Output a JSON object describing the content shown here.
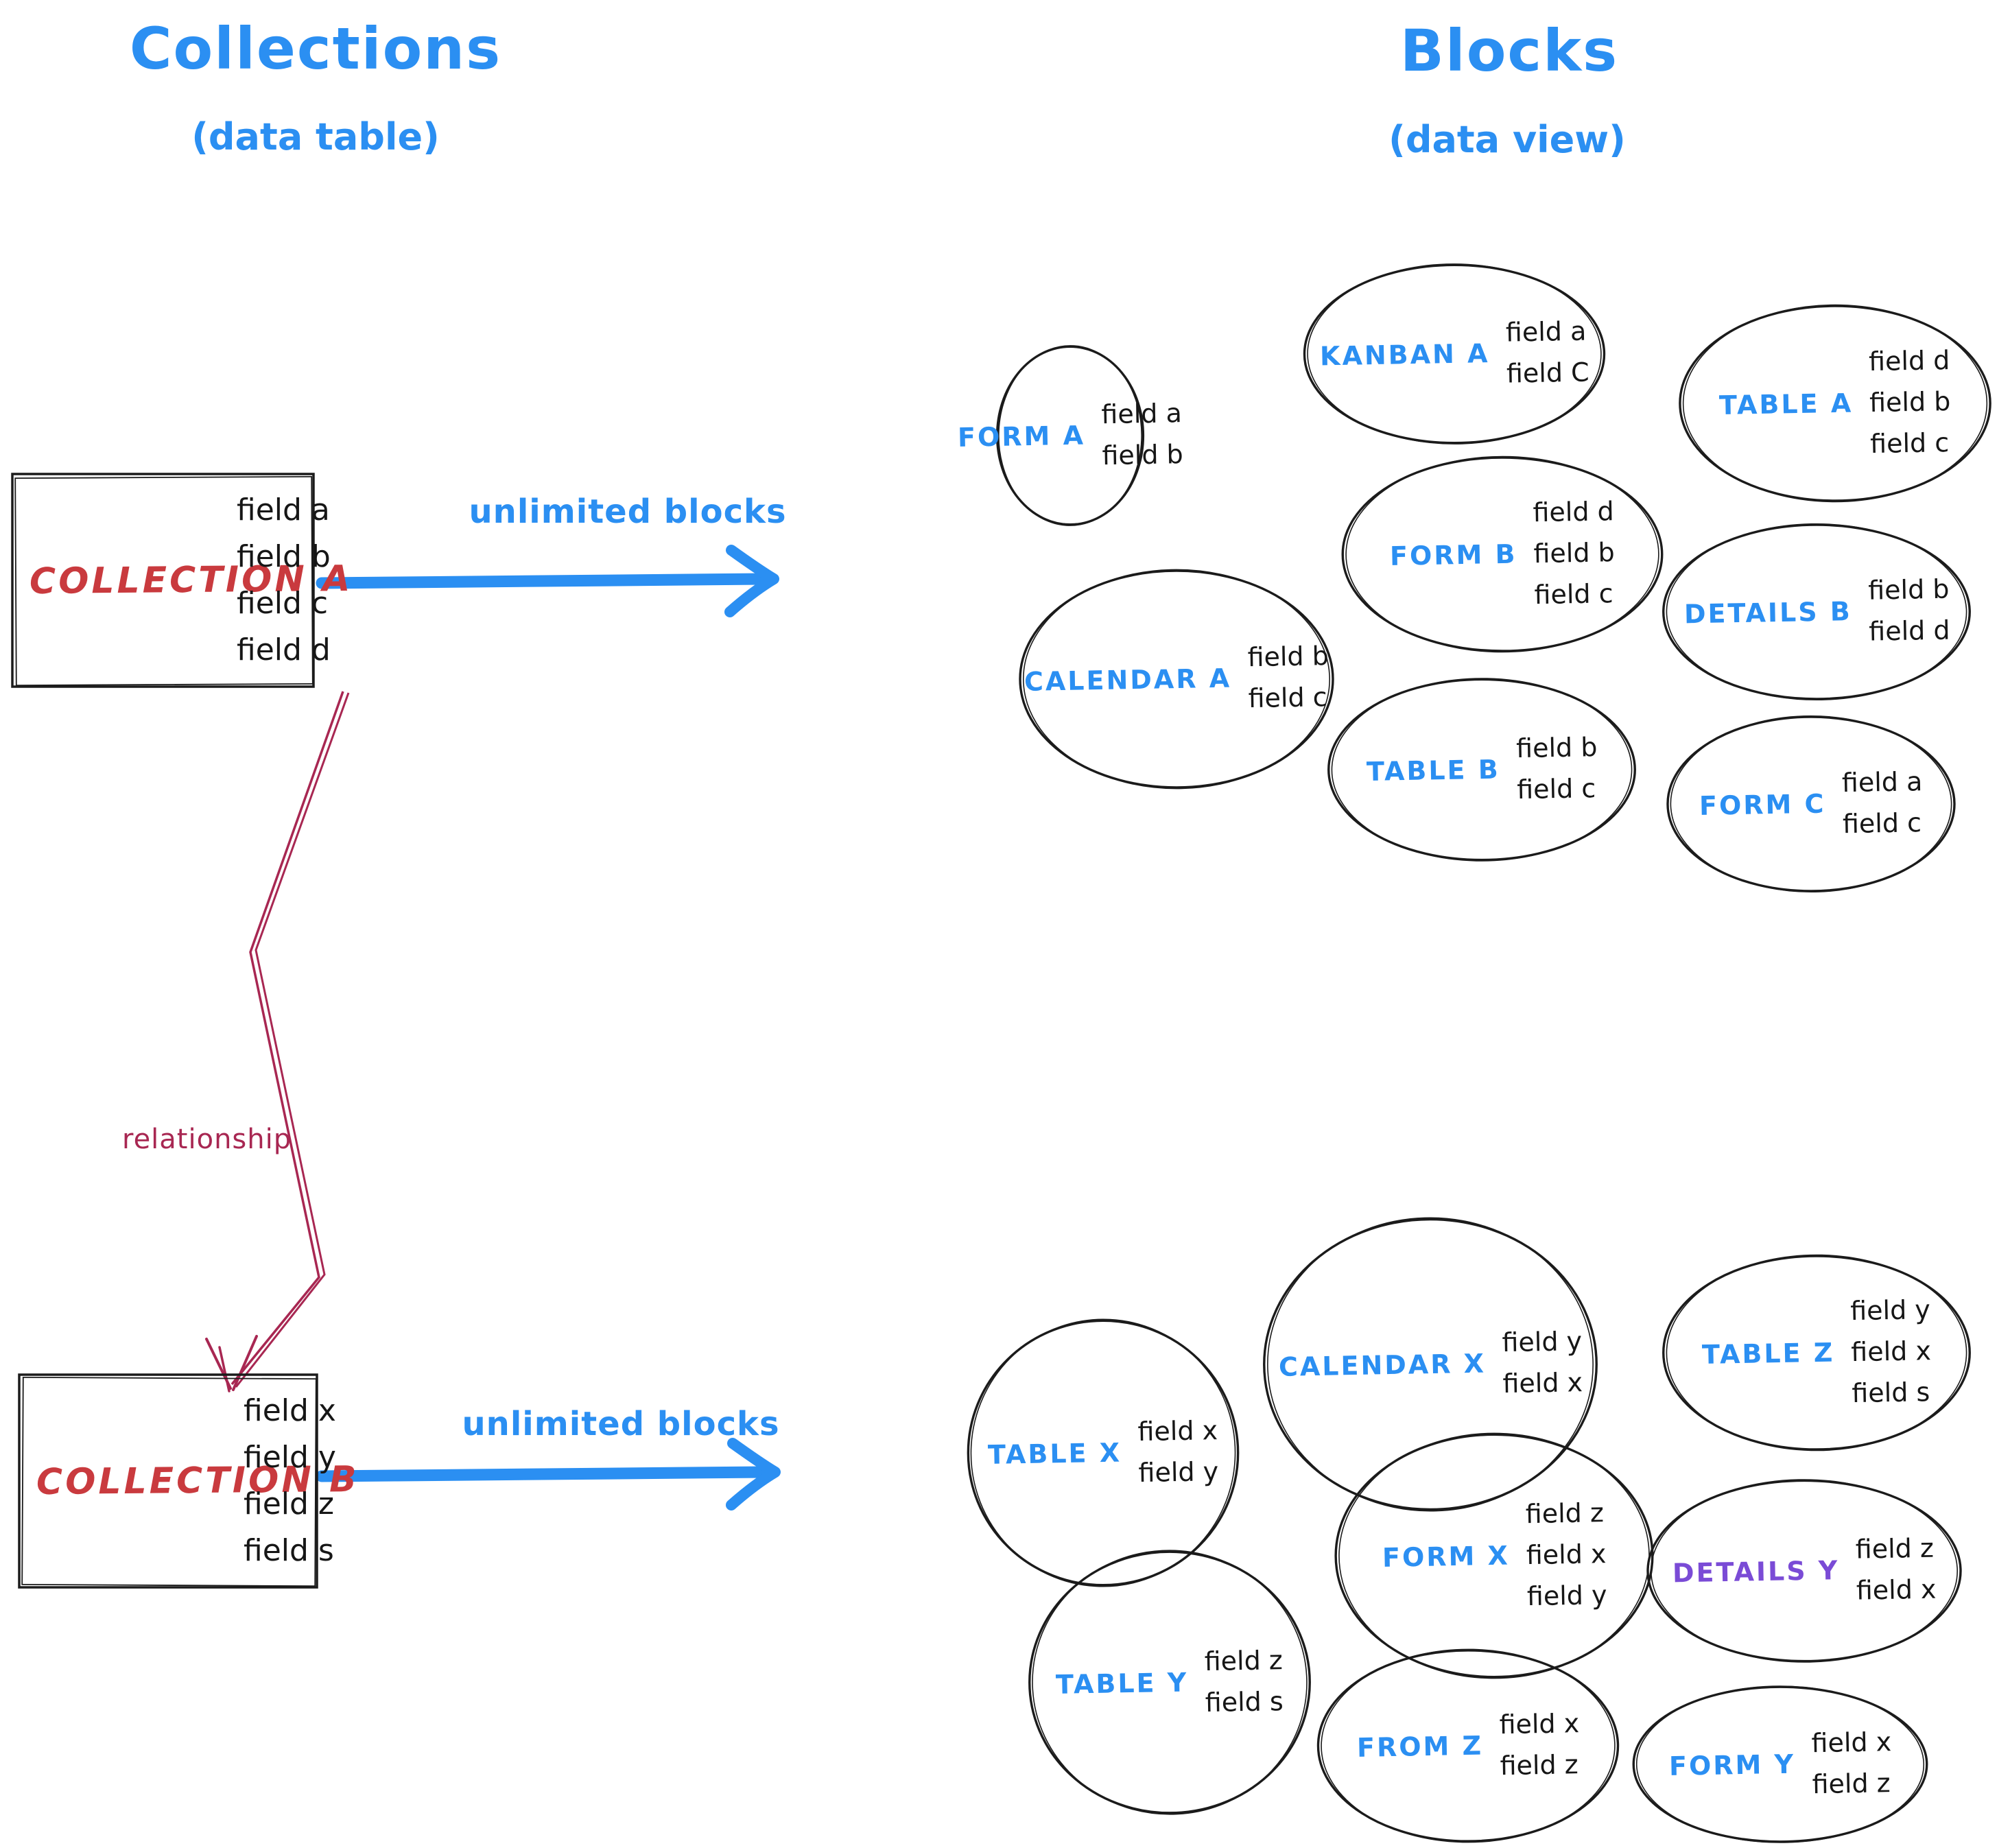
{
  "colors": {
    "accent_blue": "#2b8ff2",
    "collection_red": "#c93a3e",
    "relationship_crimson": "#a82752",
    "details_y_purple": "#7a4bd6",
    "ink_black": "#1b1b1b"
  },
  "headers": {
    "left": {
      "title": "Collections",
      "subtitle": "(data table)"
    },
    "right": {
      "title": "Blocks",
      "subtitle": "(data view)"
    }
  },
  "collections": [
    {
      "name": "COLLECTION A",
      "fields": [
        "field a",
        "field b",
        "field c",
        "field d"
      ]
    },
    {
      "name": "COLLECTION B",
      "fields": [
        "field x",
        "field y",
        "field z",
        "field s"
      ]
    }
  ],
  "arrows": {
    "a": {
      "label": "unlimited blocks"
    },
    "b": {
      "label": "unlimited blocks"
    },
    "relationship": {
      "label": "relationship"
    }
  },
  "clusters": {
    "a": [
      {
        "label": "FORM A",
        "fields": [
          "field a",
          "field b"
        ]
      },
      {
        "label": "KANBAN A",
        "fields": [
          "field a",
          "field C"
        ]
      },
      {
        "label": "TABLE A",
        "fields": [
          "field d",
          "field b",
          "field c"
        ]
      },
      {
        "label": "CALENDAR A",
        "fields": [
          "field b",
          "field c"
        ]
      },
      {
        "label": "FORM B",
        "fields": [
          "field d",
          "field b",
          "field c"
        ]
      },
      {
        "label": "DETAILS B",
        "fields": [
          "field b",
          "field d"
        ]
      },
      {
        "label": "TABLE B",
        "fields": [
          "field b",
          "field c"
        ]
      },
      {
        "label": "FORM C",
        "fields": [
          "field a",
          "field c"
        ]
      }
    ],
    "b": [
      {
        "label": "TABLE X",
        "fields": [
          "field x",
          "field y"
        ]
      },
      {
        "label": "CALENDAR X",
        "fields": [
          "field y",
          "field x"
        ]
      },
      {
        "label": "TABLE Z",
        "fields": [
          "field y",
          "field x",
          "field s"
        ]
      },
      {
        "label": "TABLE Y",
        "fields": [
          "field z",
          "field s"
        ]
      },
      {
        "label": "FORM X",
        "fields": [
          "field z",
          "field x",
          "field y"
        ]
      },
      {
        "label": "DETAILS Y",
        "fields": [
          "field z",
          "field x"
        ]
      },
      {
        "label": "FROM Z",
        "fields": [
          "field x",
          "field z"
        ]
      },
      {
        "label": "FORM Y",
        "fields": [
          "field x",
          "field z"
        ]
      }
    ]
  }
}
